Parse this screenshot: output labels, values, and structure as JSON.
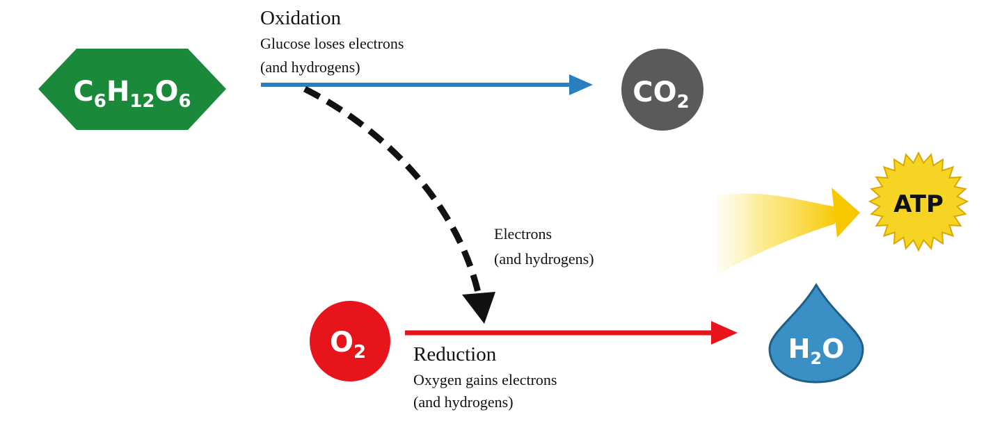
{
  "colors": {
    "glucose": "#1a8a3a",
    "co2": "#5a5a5a",
    "o2": "#e8141b",
    "h2o": "#3a8fc4",
    "atp": "#f6d423",
    "oxidation_arrow": "#2a7fc0",
    "reduction_arrow": "#e8141b",
    "electron_arrow": "#111111"
  },
  "nodes": {
    "glucose": {
      "shape": "hexagon",
      "formula": {
        "p1": "C",
        "s1": "6",
        "p2": "H",
        "s2": "12",
        "p3": "O",
        "s3": "6"
      }
    },
    "co2": {
      "shape": "circle",
      "formula": {
        "p1": "CO",
        "s1": "2"
      }
    },
    "o2": {
      "shape": "circle",
      "formula": {
        "p1": "O",
        "s1": "2"
      }
    },
    "h2o": {
      "shape": "drop",
      "formula": {
        "p1": "H",
        "s1": "2",
        "p2": "O"
      }
    },
    "atp": {
      "shape": "starburst",
      "label": "ATP"
    }
  },
  "oxidation": {
    "title": "Oxidation",
    "line1": "Glucose loses electrons",
    "line2": "(and hydrogens)"
  },
  "reduction": {
    "title": "Reduction",
    "line1": "Oxygen gains electrons",
    "line2": "(and hydrogens)"
  },
  "electrons": {
    "line1": "Electrons",
    "line2": "(and hydrogens)"
  }
}
